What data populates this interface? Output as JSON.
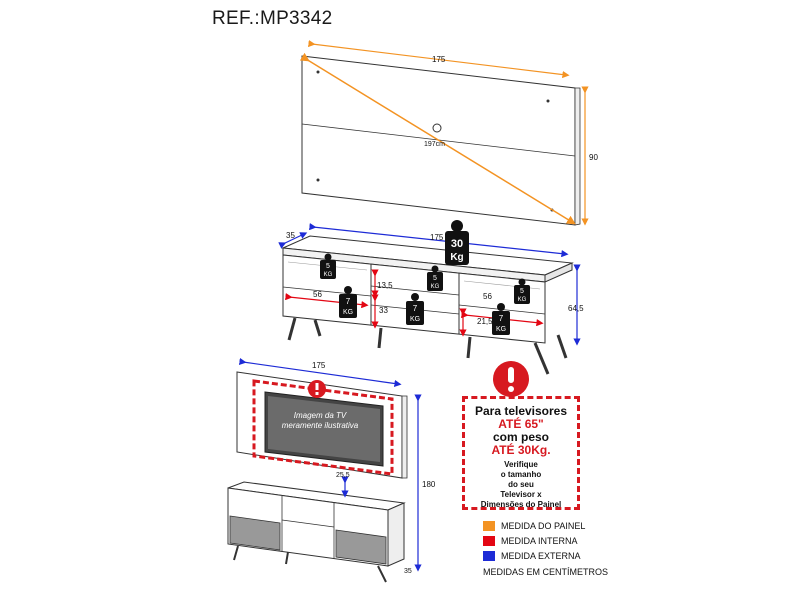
{
  "reference": "REF.:MP3342",
  "panel": {
    "width_label": "175",
    "height_label": "90",
    "diagonal_label": "197cm"
  },
  "rack": {
    "depth_label": "35",
    "width_label": "175",
    "height_label": "64,5",
    "top_load": {
      "value": "30",
      "unit": "Kg"
    },
    "shelf_loads": [
      {
        "value": "5",
        "unit": "KG"
      },
      {
        "value": "5",
        "unit": "KG"
      },
      {
        "value": "5",
        "unit": "KG"
      }
    ],
    "niche_loads": [
      {
        "value": "7",
        "unit": "KG"
      },
      {
        "value": "7",
        "unit": "KG"
      },
      {
        "value": "7",
        "unit": "KG"
      }
    ],
    "left_niche_width": "56",
    "right_niche_width": "56",
    "center_upper_height": "13,5",
    "center_lower_height": "33",
    "right_lower_height": "21,5"
  },
  "assembly": {
    "width_label": "175",
    "total_height_label": "180",
    "gap_label": "25,5",
    "depth_label": "35",
    "tv_caption_line1": "Imagem da TV",
    "tv_caption_line2": "meramente ilustrativa"
  },
  "warning": {
    "line1": "Para televisores",
    "line2": "ATÉ 65\"",
    "line3": "com peso",
    "line4": "ATÉ 30Kg.",
    "note1": "Verifique",
    "note2": "o tamanho",
    "note3": "do seu",
    "note4": "Televisor x",
    "note5": "Dimensões do Painel"
  },
  "legend": [
    {
      "label": "MEDIDA DO PAINEL",
      "color": "#f39323"
    },
    {
      "label": "MEDIDA INTERNA",
      "color": "#e30613"
    },
    {
      "label": "MEDIDA EXTERNA",
      "color": "#1d2bd6"
    }
  ],
  "legend_footer": "MEDIDAS EM CENTÍMETROS"
}
